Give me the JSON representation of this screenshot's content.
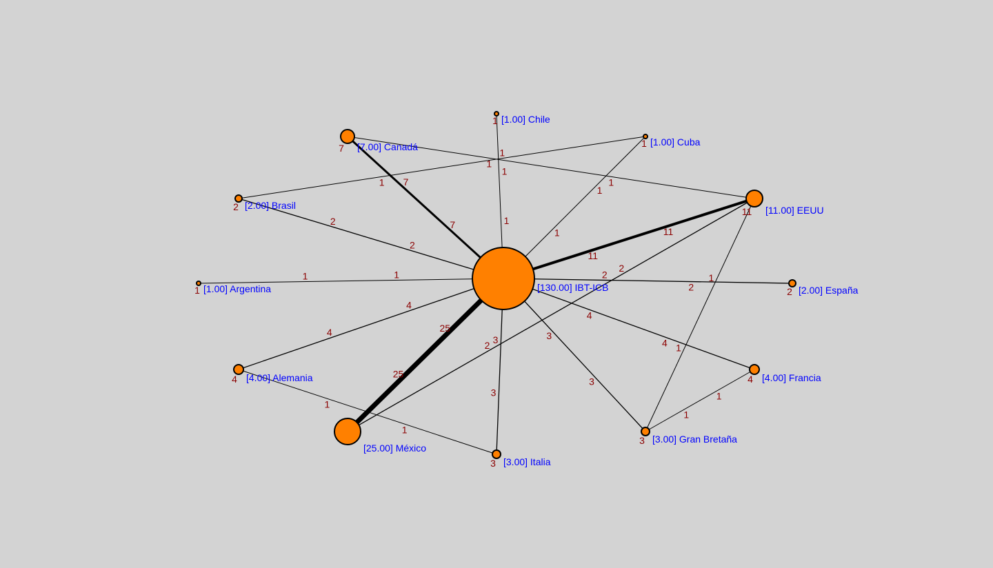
{
  "colors": {
    "background": "#d3d3d3",
    "node_fill": "#ff8000",
    "node_label": "#0000ff",
    "edge_label": "#8b0000",
    "edge": "#000000"
  },
  "nodes": [
    {
      "id": "ibt",
      "name": "IBT-ICB",
      "value": "130.00",
      "degree": ""
    },
    {
      "id": "mex",
      "name": "México",
      "value": "25.00",
      "degree": ""
    },
    {
      "id": "eeuu",
      "name": "EEUU",
      "value": "11.00",
      "degree": "11"
    },
    {
      "id": "can",
      "name": "Canadá",
      "value": "7.00",
      "degree": "7"
    },
    {
      "id": "ale",
      "name": "Alemania",
      "value": "4.00",
      "degree": "4"
    },
    {
      "id": "fra",
      "name": "Francia",
      "value": "4.00",
      "degree": "4"
    },
    {
      "id": "ita",
      "name": "Italia",
      "value": "3.00",
      "degree": "3"
    },
    {
      "id": "gb",
      "name": "Gran Bretaña",
      "value": "3.00",
      "degree": "3"
    },
    {
      "id": "bra",
      "name": "Brasil",
      "value": "2.00",
      "degree": "2"
    },
    {
      "id": "esp",
      "name": "España",
      "value": "2.00",
      "degree": "2"
    },
    {
      "id": "arg",
      "name": "Argentina",
      "value": "1.00",
      "degree": "1"
    },
    {
      "id": "chi",
      "name": "Chile",
      "value": "1.00",
      "degree": "1"
    },
    {
      "id": "cub",
      "name": "Cuba",
      "value": "1.00",
      "degree": "1"
    }
  ],
  "edges": [
    {
      "from": "ibt",
      "to": "mex",
      "weight": 25
    },
    {
      "from": "ibt",
      "to": "eeuu",
      "weight": 11
    },
    {
      "from": "ibt",
      "to": "can",
      "weight": 7
    },
    {
      "from": "ibt",
      "to": "ale",
      "weight": 4
    },
    {
      "from": "ibt",
      "to": "fra",
      "weight": 4
    },
    {
      "from": "ibt",
      "to": "ita",
      "weight": 3
    },
    {
      "from": "ibt",
      "to": "gb",
      "weight": 3
    },
    {
      "from": "ibt",
      "to": "bra",
      "weight": 2
    },
    {
      "from": "ibt",
      "to": "esp",
      "weight": 2
    },
    {
      "from": "ibt",
      "to": "arg",
      "weight": 1
    },
    {
      "from": "ibt",
      "to": "chi",
      "weight": 1
    },
    {
      "from": "ibt",
      "to": "cub",
      "weight": 1
    },
    {
      "from": "bra",
      "to": "cub",
      "weight": 1
    },
    {
      "from": "can",
      "to": "eeuu",
      "weight": 1
    },
    {
      "from": "eeuu",
      "to": "mex",
      "weight": 2
    },
    {
      "from": "eeuu",
      "to": "gb",
      "weight": 1
    },
    {
      "from": "gb",
      "to": "fra",
      "weight": 1
    },
    {
      "from": "ale",
      "to": "ita",
      "weight": 1
    }
  ]
}
